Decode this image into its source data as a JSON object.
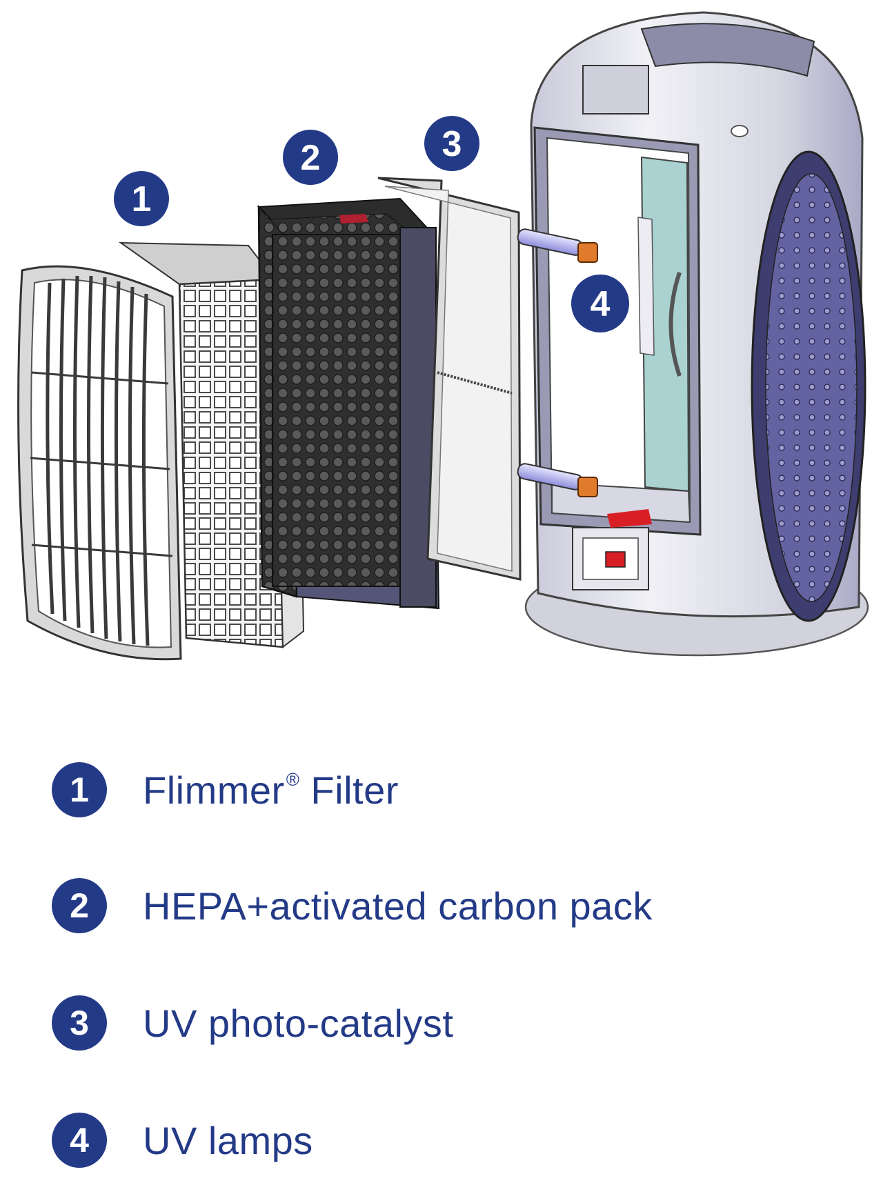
{
  "colors": {
    "badge": "#233a87",
    "label": "#233a87",
    "housing": "#dcdce6",
    "housing_shadow": "#a9a9c6",
    "vent_panel": "#6a6aa8",
    "carbon": "#3a3a3a",
    "teal_panel": "#a9d2d0",
    "uv_tube": "#b8b8ee",
    "lamp_cap": "#e07a2c",
    "switch": "#d81f26"
  },
  "callouts": [
    {
      "number": "1"
    },
    {
      "number": "2"
    },
    {
      "number": "3"
    },
    {
      "number": "4"
    }
  ],
  "legend": [
    {
      "number": "1",
      "label": "Flimmer",
      "mark": "®",
      "suffix": " Filter"
    },
    {
      "number": "2",
      "label": "HEPA+activated carbon pack",
      "mark": "",
      "suffix": ""
    },
    {
      "number": "3",
      "label": "UV photo-catalyst",
      "mark": "",
      "suffix": ""
    },
    {
      "number": "4",
      "label": "UV lamps",
      "mark": "",
      "suffix": ""
    }
  ]
}
